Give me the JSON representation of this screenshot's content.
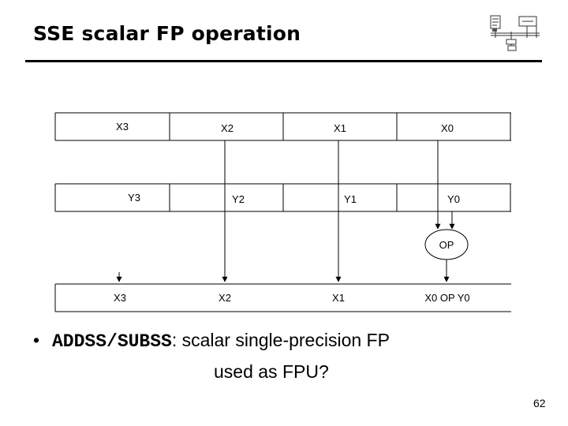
{
  "slide": {
    "title": "SSE scalar FP operation",
    "page_number": "62"
  },
  "diagram": {
    "row_x": [
      "X3",
      "X2",
      "X1",
      "X0"
    ],
    "row_y": [
      "Y3",
      "Y2",
      "Y1",
      "Y0"
    ],
    "op_label": "OP",
    "row_result": [
      "X3",
      "X2",
      "X1",
      "X0 OP Y0"
    ]
  },
  "bullet": {
    "dot": "•",
    "code": "ADDSS/SUBSS",
    "text": ": scalar single-precision FP",
    "line2": "used as FPU?"
  },
  "icons": {
    "logo": "computer-architecture-logo-icon"
  }
}
